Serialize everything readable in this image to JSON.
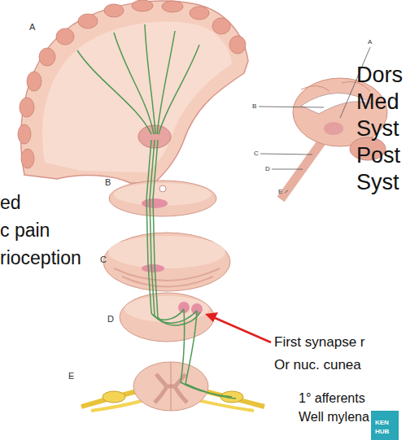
{
  "diagram": {
    "labels": [
      "Dors",
      "Med",
      "Syst",
      "Post",
      "Syst",
      "ed",
      "c pain",
      "rioception",
      "A",
      "B",
      "C",
      "D",
      "E",
      "A",
      "B",
      "C",
      "D",
      "E",
      "First synapse r",
      "Or nuc. cunea",
      "1° afferents",
      "Well mylena",
      "KEN",
      "HUB"
    ]
  }
}
